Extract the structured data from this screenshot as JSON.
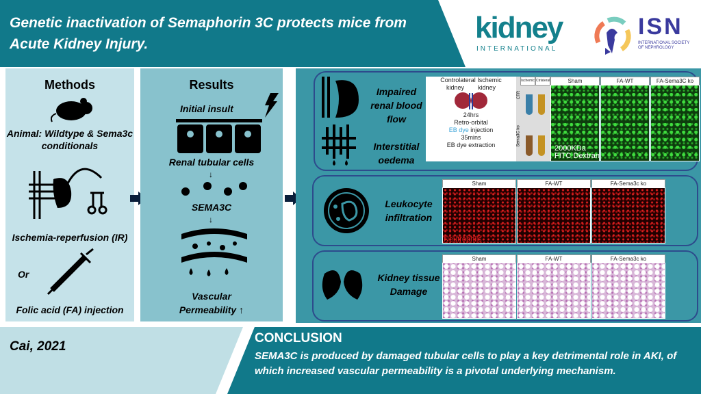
{
  "header": {
    "title": "Genetic inactivation of Semaphorin 3C protects mice from Acute Kidney Injury."
  },
  "logos": {
    "kidney_word": "kidney",
    "kidney_sub": "INTERNATIONAL",
    "isn_word": "ISN",
    "isn_sub1": "INTERNATIONAL SOCIETY",
    "isn_sub2": "OF NEPHROLOGY"
  },
  "methods": {
    "heading": "Methods",
    "animal": "Animal: Wildtype & Sema3c conditionals",
    "ir": "Ischemia-reperfusion (IR)",
    "or": "Or",
    "fa": "Folic acid (FA) injection"
  },
  "results": {
    "heading": "Results",
    "insult": "Initial insult",
    "cells": "Renal tubular cells",
    "sema": "SEMA3C",
    "vascular1": "Vascular",
    "vascular2": "Permeability ↑"
  },
  "findings": {
    "flow": "Impaired renal blood flow",
    "oedema": "Interstitial oedema",
    "eb": {
      "contralateral": "Controlateral",
      "ischemic": "Ischemic",
      "kidney": "kidney",
      "hrs": "24hrs",
      "retro": "Retro-orbital",
      "ebdye": "EB dye",
      "injection": " injection",
      "mins": "35mins",
      "extraction": "EB dye extraction",
      "tube_ischemic": "Ischemic",
      "tube_contra": "Ctrlateral",
      "ctr": "CTR",
      "ko": "Sema3C ko"
    },
    "fitc": {
      "cols": [
        "Sham",
        "FA-WT",
        "FA-Sema3C ko"
      ],
      "label1": "2000KDa",
      "label2": "FITC Dextran"
    },
    "leukocyte": "Leukocyte infiltration",
    "neut": {
      "cols": [
        "Sham",
        "FA-WT",
        "FA-Sema3c ko"
      ],
      "label": "Neutrophils"
    },
    "damage": "Kidney tissue Damage",
    "he": {
      "cols": [
        "Sham",
        "FA-WT",
        "FA-Sema3c ko"
      ]
    }
  },
  "footer": {
    "citation": "Cai, 2021",
    "conclusion_title": "CONCLUSION",
    "conclusion": "SEMA3C is produced by damaged tubular cells to play a key detrimental role in AKI, of which increased vascular permeability is a pivotal underlying mechanism."
  },
  "colors": {
    "teal": "#11798a",
    "navy": "#2d4b8c"
  }
}
